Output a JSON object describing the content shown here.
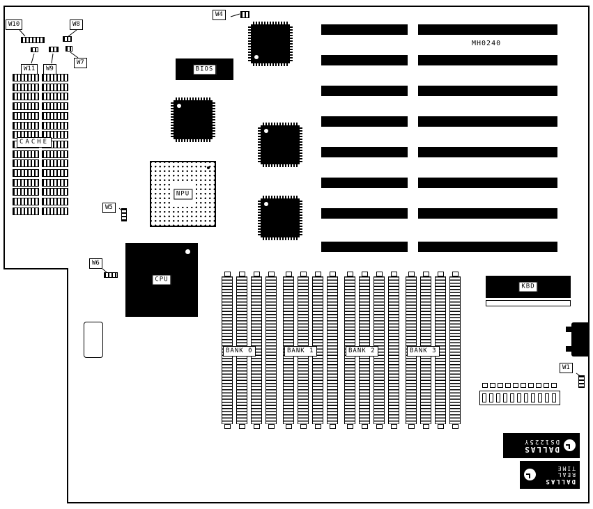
{
  "diagram": {
    "board_id": "MH0240",
    "jumper_labels": {
      "w1": "W1",
      "w4": "W4",
      "w5": "W5",
      "w6": "W6",
      "w7": "W7",
      "w8": "W8",
      "w9": "W9",
      "w10": "W10",
      "w11": "W11"
    },
    "component_labels": {
      "cache": "CACHE",
      "bios": "BIOS",
      "npu": "NPU",
      "cpu": "CPU",
      "kbd": "KBD"
    },
    "bank_labels": [
      "BANK 0",
      "BANK 1",
      "BANK 2",
      "BANK 3"
    ],
    "rtc_chip": {
      "brand": "DALLAS",
      "model": "DS1225Y",
      "type": "REAL TIME"
    },
    "colors": {
      "chip": "#000000",
      "board": "#ffffff"
    }
  }
}
